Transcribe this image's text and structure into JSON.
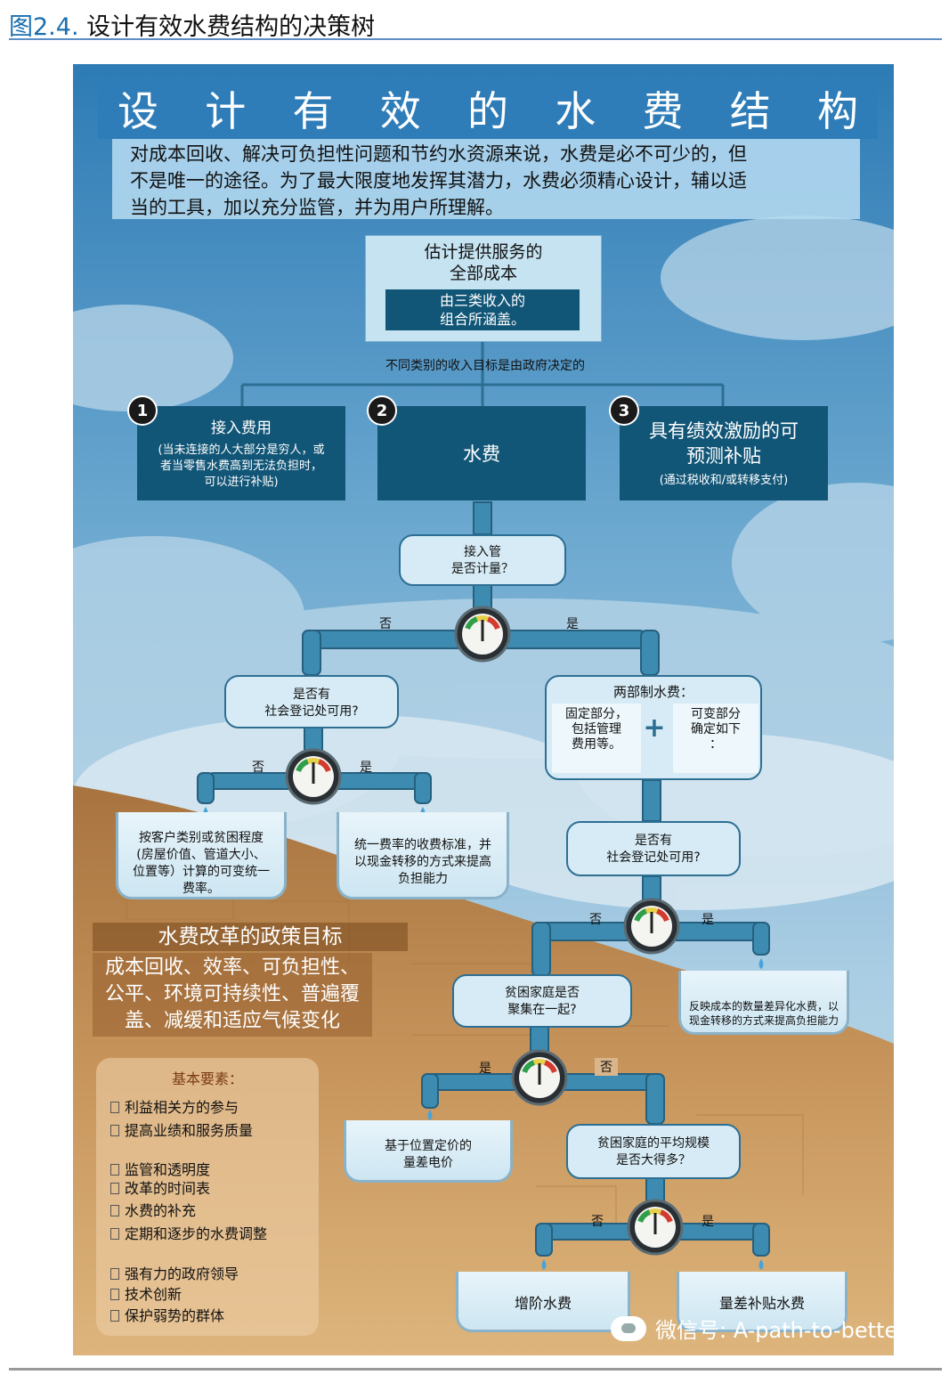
{
  "figure": {
    "number": "图2.4.",
    "title": "设计有效水费结构的决策树"
  },
  "banner": {
    "title_chars": [
      "设",
      "计",
      "有",
      "效",
      "的",
      "水",
      "费",
      "结",
      "构"
    ],
    "intro_lines": [
      "对成本回收、解决可负担性问题和节约水资源来说，水费是必不可少的，但",
      "不是唯一的途径。为了最大限度地发挥其潜力，水费必须精心设计，辅以适",
      "当的工具，加以充分监管，并为用户所理解。"
    ]
  },
  "cost_box": {
    "title_line1": "估计提供服务的",
    "title_line2": "全部成本",
    "inner_line1": "由三类收入的",
    "inner_line2": "组合所涵盖。"
  },
  "gov_note": "不同类别的收入目标是由政府决定的",
  "revenue": [
    {
      "num": "1",
      "title": "接入费用",
      "detail": [
        "(当未连接的人大部分是穷人，或",
        "者当零售水费高到无法负担时，",
        "可以进行补贴)"
      ]
    },
    {
      "num": "2",
      "title": "水费"
    },
    {
      "num": "3",
      "title_line1": "具有绩效激励的可",
      "title_line2": "预测补贴",
      "detail": "(通过税收和/或转移支付)"
    }
  ],
  "nodes": {
    "metered": {
      "line1": "接入管",
      "line2": "是否计量？"
    },
    "registry_left": {
      "line1": "是否有",
      "line2": "社会登记处可用?"
    },
    "two_part": {
      "title": "两部制水费：",
      "fixed": [
        "固定部分，",
        "包括管理",
        "费用等。"
      ],
      "variable": [
        "可变部分",
        "确定如下",
        "："
      ],
      "plus": "+"
    },
    "registry_right": {
      "line1": "是否有",
      "line2": "社会登记处可用?"
    },
    "clustered": {
      "line1": "贫困家庭是否",
      "line2": "聚集在一起?"
    },
    "household_size": {
      "line1": "贫困家庭的平均规模",
      "line2": "是否大得多？"
    }
  },
  "labels": {
    "no": "否",
    "yes": "是"
  },
  "outcomes": {
    "variable_flat": [
      "按客户类别或贫困程度",
      "(房屋价值、管道大小、",
      "位置等）计算的可变统一",
      "费率。"
    ],
    "uniform_transfer": [
      "统一费率的收费标准，并",
      "以现金转移的方式来提高",
      "负担能力"
    ],
    "diff_transfer": [
      "反映成本的数量差异化水费，以",
      "现金转移的方式来提高负担能力"
    ],
    "location_price": [
      "基于位置定价的",
      "量差电价"
    ],
    "ibt": "增阶水费",
    "volume_subsidy": "量差补贴水费"
  },
  "policy": {
    "heading": "水费改革的政策目标",
    "lines": [
      "成本回收、效率、可负担性、",
      "公平、环境可持续性、普遍覆",
      "盖、减缓和适应气候变化"
    ]
  },
  "basics": {
    "title": "基本要素：",
    "items": [
      "利益相关方的参与",
      "提高业绩和服务质量",
      "监管和透明度",
      "改革的时间表",
      "水费的补充",
      "定期和逐步的水费调整",
      "强有力的政府领导",
      "技术创新",
      "保护弱势的群体"
    ]
  },
  "watermark": "微信号: A-path-to-better",
  "colors": {
    "dark_box": "#125677",
    "banner": "#2f7db8",
    "question_box": "#d6ebf5",
    "pipe": "#3d8bb0",
    "sky": "#4d93c4",
    "sand": "#c8965c"
  }
}
